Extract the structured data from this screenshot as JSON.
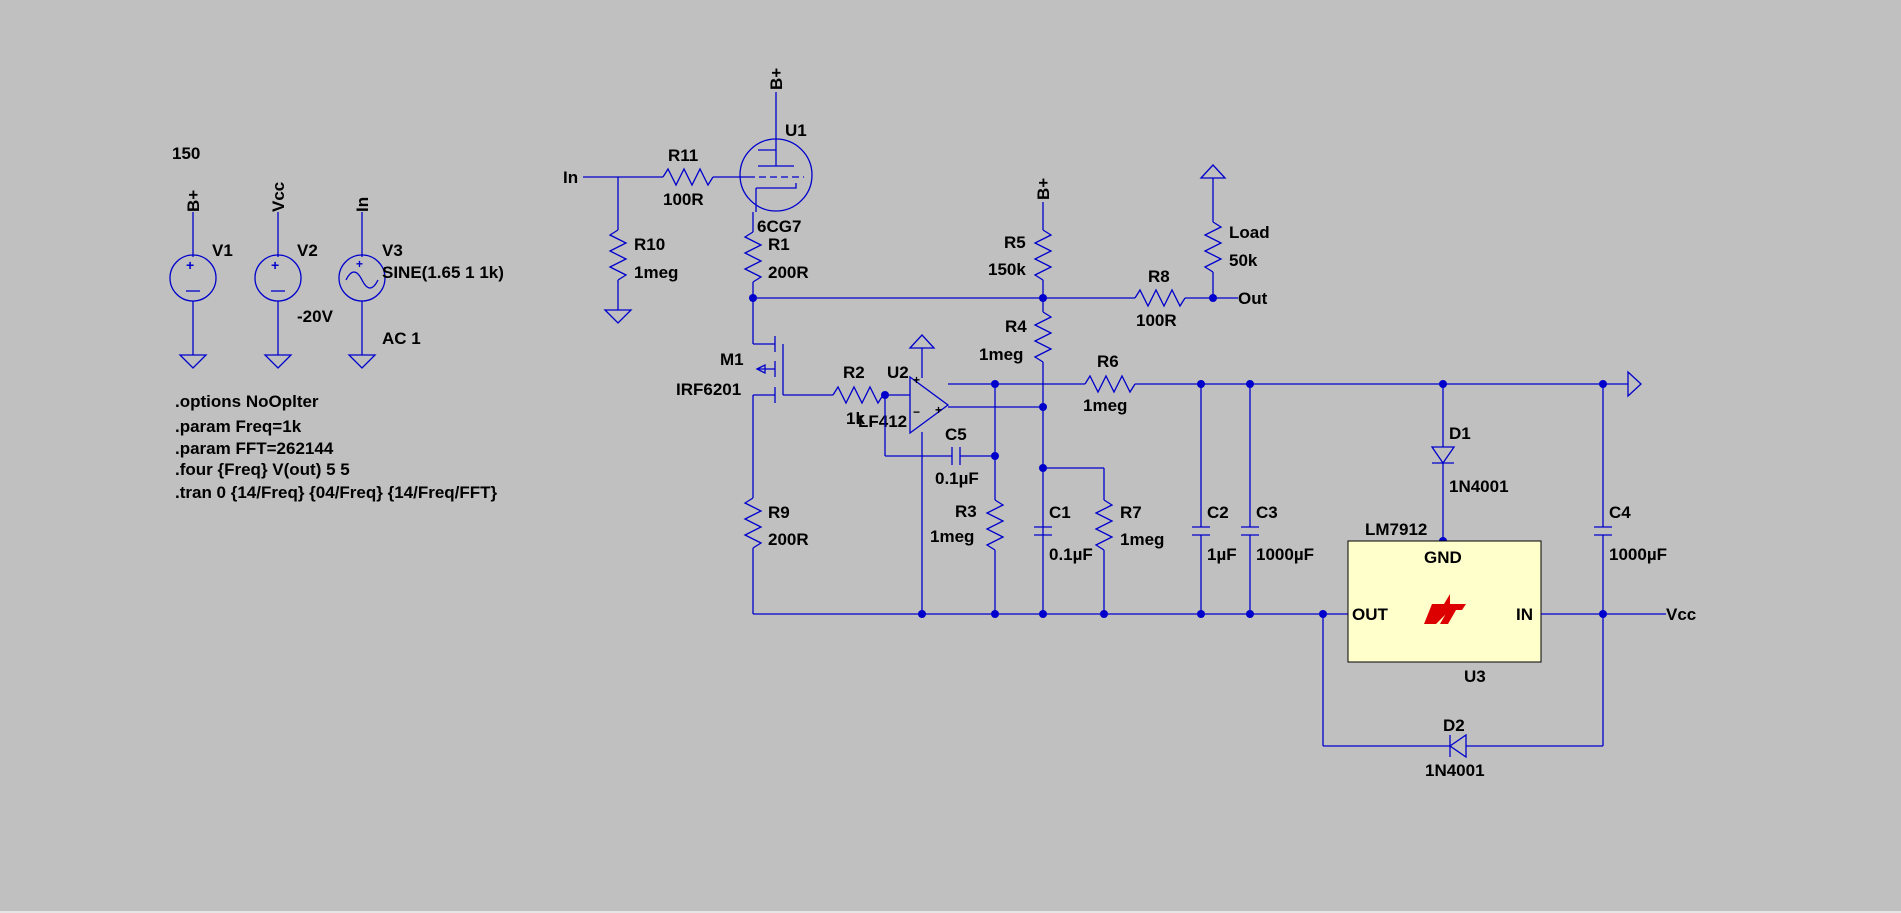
{
  "colors": {
    "background": "#c0c0c0",
    "wire": "#0000cc",
    "label": "#000000",
    "ic_fill": "#ffffcc",
    "logo": "#dd0000"
  },
  "top_label": "150",
  "sources": {
    "v1": {
      "net": "B+",
      "name": "V1"
    },
    "v2": {
      "net": "Vcc",
      "name": "V2",
      "value": "-20V"
    },
    "v3": {
      "net": "In",
      "name": "V3",
      "value": "SINE(1.65 1 1k)",
      "ac": "AC 1"
    }
  },
  "directives": [
    ".options NoOplter",
    ".param Freq=1k",
    ".param FFT=262144",
    ".four {Freq} V(out) 5 5",
    ".tran 0 {14/Freq} {04/Freq} {14/Freq/FFT}"
  ],
  "nets": {
    "in": "In",
    "bplus_top": "B+",
    "bplus_r5": "B+",
    "out": "Out",
    "vcc": "Vcc"
  },
  "components": {
    "u1": {
      "name": "U1",
      "value": "6CG7"
    },
    "r11": {
      "name": "R11",
      "value": "100R"
    },
    "r10": {
      "name": "R10",
      "value": "1meg"
    },
    "r1": {
      "name": "R1",
      "value": "200R"
    },
    "r5": {
      "name": "R5",
      "value": "150k"
    },
    "load": {
      "name": "Load",
      "value": "50k"
    },
    "r8": {
      "name": "R8",
      "value": "100R"
    },
    "r4": {
      "name": "R4",
      "value": "1meg"
    },
    "m1": {
      "name": "M1",
      "value": "IRF6201"
    },
    "r2": {
      "name": "R2",
      "value": "1k"
    },
    "u2": {
      "name": "U2",
      "value": "LF412"
    },
    "c5": {
      "name": "C5",
      "value": "0.1µF"
    },
    "r6": {
      "name": "R6",
      "value": "1meg"
    },
    "r3": {
      "name": "R3",
      "value": "1meg"
    },
    "c1": {
      "name": "C1",
      "value": "0.1µF"
    },
    "r7": {
      "name": "R7",
      "value": "1meg"
    },
    "r9": {
      "name": "R9",
      "value": "200R"
    },
    "c2": {
      "name": "C2",
      "value": "1µF"
    },
    "c3": {
      "name": "C3",
      "value": "1000µF"
    },
    "d1": {
      "name": "D1",
      "value": "1N4001"
    },
    "u3": {
      "name": "U3",
      "value": "LM7912",
      "pin_gnd": "GND",
      "pin_out": "OUT",
      "pin_in": "IN"
    },
    "c4": {
      "name": "C4",
      "value": "1000µF"
    },
    "d2": {
      "name": "D2",
      "value": "1N4001"
    }
  }
}
